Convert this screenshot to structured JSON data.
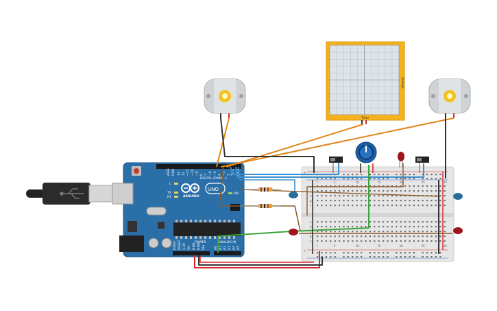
{
  "arduino": {
    "brand": "ARDUINO",
    "model": "UNO",
    "digital_label": "DIGITAL (PWM ~)",
    "power_label": "POWER",
    "analog_label": "ANALOG IN",
    "on_label": "ON",
    "led_l": "L",
    "led_tx": "TX",
    "led_rx": "RX",
    "pin_aref": "AREF",
    "pin_gnd": "GND",
    "digital_pins": [
      "13",
      "12",
      "~11",
      "~10",
      "~9",
      "8",
      "7",
      "~6",
      "~5",
      "4",
      "~3",
      "2",
      "TX 1",
      "RX 0"
    ],
    "power_pins": [
      "IOREF",
      "RESET",
      "3.3V",
      "5V",
      "GND",
      "GND",
      "Vin"
    ],
    "analog_pins": [
      "A0",
      "A1",
      "A2",
      "A3",
      "A4",
      "A5"
    ]
  },
  "oscilloscope": {
    "time_label": "Time",
    "voltage_label": "Voltage"
  },
  "breadboard": {
    "plus_label": "+",
    "minus_label": "-",
    "row_letters_top": [
      "j",
      "i",
      "h",
      "g",
      "f"
    ],
    "row_letters_bottom": [
      "e",
      "d",
      "c",
      "b",
      "a"
    ],
    "column_numbers": [
      "1",
      "5",
      "10",
      "15",
      "20",
      "25",
      "30"
    ]
  },
  "colors": {
    "arduino_board": "#2a6fa8",
    "scope_frame": "#f6b21c",
    "scope_grid": "#c9d3d9",
    "wire_orange": "#e0861a",
    "wire_blue": "#3a8fd0",
    "wire_brown": "#8a5a2b",
    "wire_green": "#3aa53a",
    "wire_red": "#d9262c",
    "wire_black": "#333333",
    "led_red": "#a0141c",
    "led_blue": "#2a6f9a",
    "pot_knob": "#1f5fa8"
  }
}
